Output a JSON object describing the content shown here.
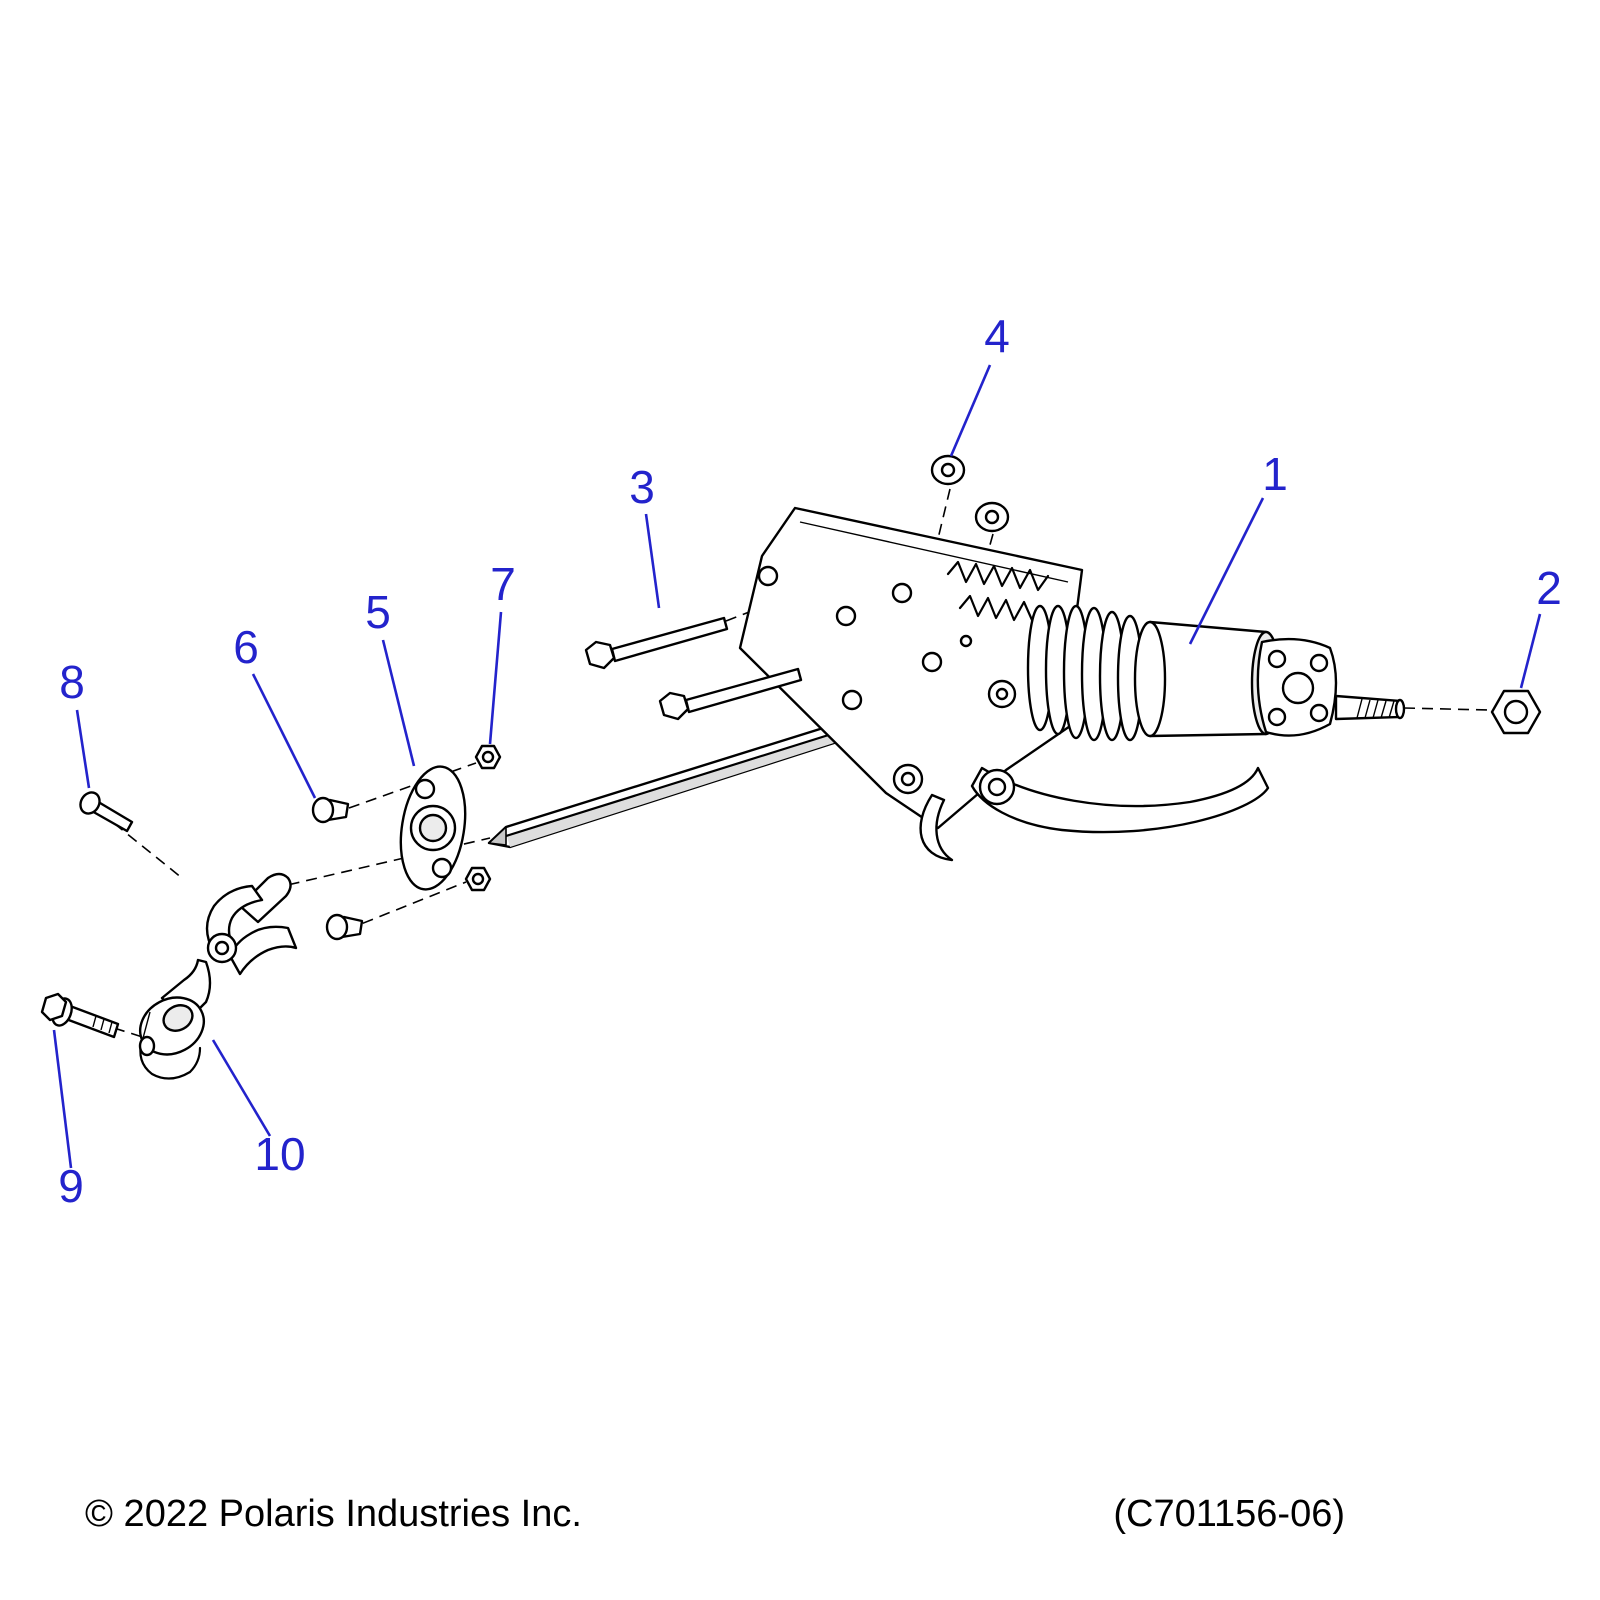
{
  "diagram": {
    "colors": {
      "callout": "#2323cc",
      "line": "#000000",
      "background": "#ffffff"
    },
    "callouts": [
      {
        "label": "1"
      },
      {
        "label": "2"
      },
      {
        "label": "3"
      },
      {
        "label": "4"
      },
      {
        "label": "5"
      },
      {
        "label": "6"
      },
      {
        "label": "7"
      },
      {
        "label": "8"
      },
      {
        "label": "9"
      },
      {
        "label": "10"
      }
    ]
  },
  "footer": {
    "copyright": "© 2022 Polaris Industries Inc.",
    "diagram_code": "(C701156-06)"
  }
}
